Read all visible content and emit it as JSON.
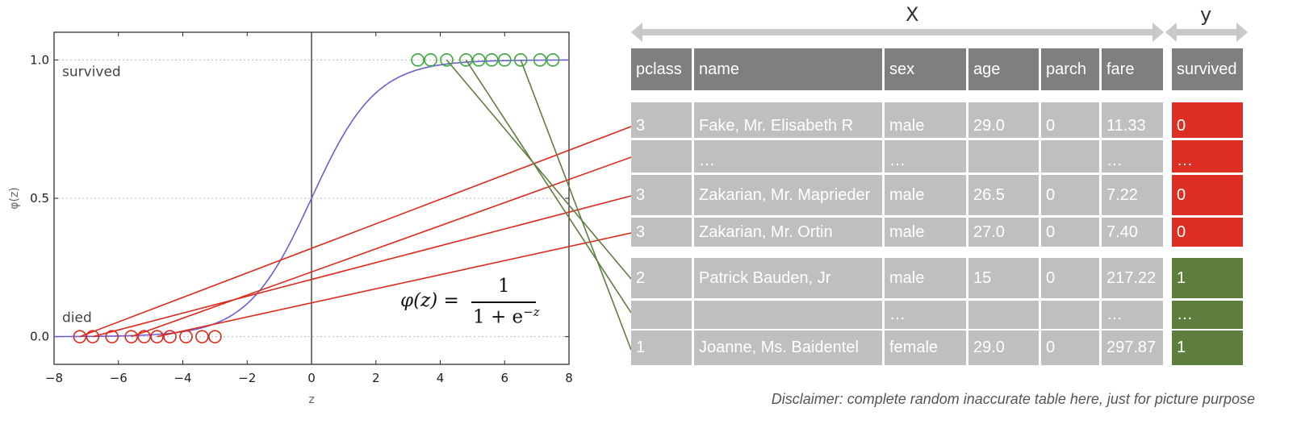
{
  "chart_data": {
    "type": "line",
    "xlabel": "z",
    "ylabel": "φ(z)",
    "xlim": [
      -8,
      8
    ],
    "ylim": [
      -0.1,
      1.1
    ],
    "xticks": [
      "−8",
      "−6",
      "−4",
      "−2",
      "0",
      "2",
      "4",
      "6",
      "8"
    ],
    "yticks": [
      "0.0",
      "0.5",
      "1.0"
    ],
    "grid": "horizontal dotted at 0.0, 0.5, 1.0",
    "series": [
      {
        "function": "sigmoid",
        "color": "#6b5fd8"
      }
    ],
    "category_labels": {
      "top": "survived",
      "bottom": "died"
    },
    "died_points_x": [
      -7.2,
      -6.8,
      -6.2,
      -5.6,
      -5.2,
      -4.8,
      -4.4,
      -3.9,
      -3.4,
      -3.0
    ],
    "survived_points_x": [
      3.3,
      3.7,
      4.2,
      4.8,
      5.2,
      5.6,
      6.0,
      6.5,
      7.1,
      7.5
    ],
    "formula": {
      "lhs": "φ(z) =",
      "numerator": "1",
      "denominator": "1 + e",
      "exponent": "−z"
    }
  },
  "table": {
    "x_label": "X",
    "y_label": "y",
    "headers": [
      "pclass",
      "name",
      "sex",
      "age",
      "parch",
      "fare"
    ],
    "y_header": "survived",
    "died_rows": [
      {
        "cells": [
          "3",
          "Fake, Mr. Elisabeth R",
          "male",
          "29.0",
          "0",
          "11.33"
        ],
        "y": "0"
      },
      {
        "cells": [
          "",
          "…",
          "…",
          "",
          "",
          "…"
        ],
        "y": "…"
      },
      {
        "cells": [
          "3",
          "Zakarian, Mr. Maprieder",
          "male",
          "26.5",
          "0",
          "7.22"
        ],
        "y": "0"
      },
      {
        "cells": [
          "3",
          "Zakarian, Mr. Ortin",
          "male",
          "27.0",
          "0",
          "7.40"
        ],
        "y": "0"
      }
    ],
    "survived_rows": [
      {
        "cells": [
          "2",
          "Patrick Bauden, Jr",
          "male",
          "15",
          "0",
          "217.22"
        ],
        "y": "1"
      },
      {
        "cells": [
          "",
          "",
          "…",
          "",
          "",
          "…"
        ],
        "y": "…"
      },
      {
        "cells": [
          "1",
          "Joanne, Ms. Baidentel",
          "female",
          "29.0",
          "0",
          "297.87"
        ],
        "y": "1"
      }
    ]
  },
  "colors": {
    "died": "#dd2a1b",
    "survived": "#3aa93a",
    "survived_line": "#5e7e3e",
    "curve": "#6b5fd8",
    "header_bg": "#7f7f7f",
    "cell_bg": "#bfbfbf"
  },
  "disclaimer": "Disclaimer: complete random inaccurate table here, just for picture purpose"
}
